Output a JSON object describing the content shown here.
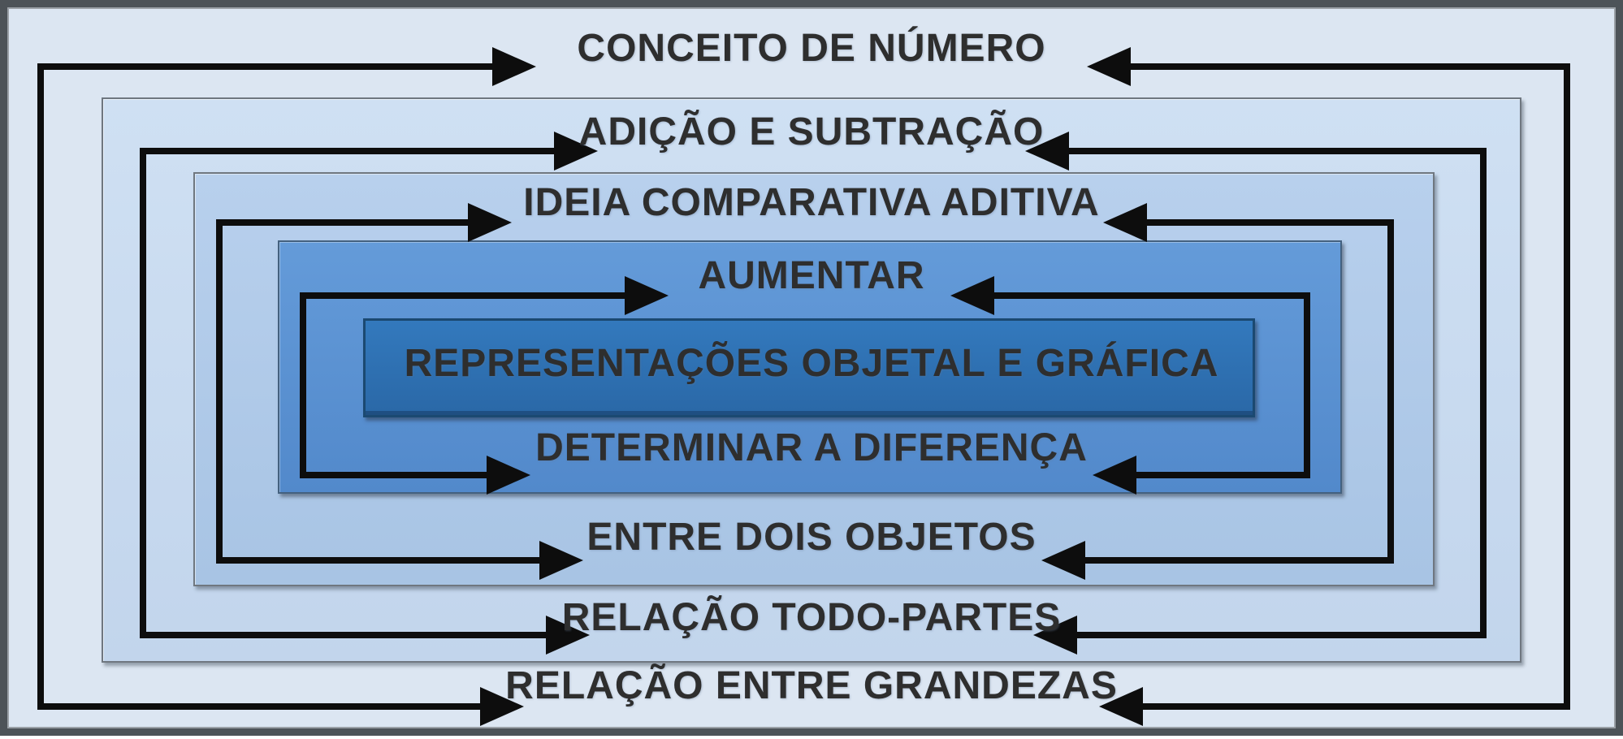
{
  "diagram": {
    "type": "nested-concept-levels",
    "language": "pt-BR",
    "levels": [
      {
        "level": 1,
        "top_label": "CONCEITO DE NÚMERO",
        "bottom_label": "RELAÇÃO ENTRE GRANDEZAS",
        "fill": "#dce6f2"
      },
      {
        "level": 2,
        "top_label": "ADIÇÃO E SUBTRAÇÃO",
        "bottom_label": "RELAÇÃO TODO-PARTES",
        "fill": "#c6d8ee"
      },
      {
        "level": 3,
        "top_label": "IDEIA COMPARATIVA ADITIVA",
        "bottom_label": "ENTRE DOIS OBJETOS",
        "fill": "#aec8e7"
      },
      {
        "level": 4,
        "top_label": "AUMENTAR",
        "bottom_label": "DETERMINAR A DIFERENÇA",
        "fill": "#5a92d3"
      },
      {
        "level": 5,
        "label": "REPRESENTAÇÕES OBJETAL E GRÁFICA",
        "fill": "#2d71b3"
      }
    ],
    "colors": {
      "arrow": "#0d0d0d",
      "frame": "#4d5358",
      "ring_border": "#6f7780",
      "inner_border": "#1b4971",
      "text": "#2e2e2e"
    }
  }
}
